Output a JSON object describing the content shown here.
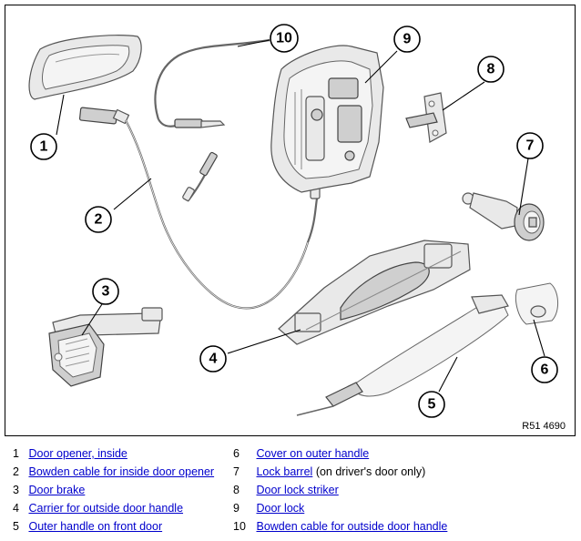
{
  "figure": {
    "reference_code": "R51 4690",
    "callouts": [
      "1",
      "2",
      "3",
      "4",
      "5",
      "6",
      "7",
      "8",
      "9",
      "10"
    ]
  },
  "legend": [
    {
      "number": "1",
      "label": "Door opener, inside",
      "note": ""
    },
    {
      "number": "2",
      "label": "Bowden cable for inside door opener",
      "note": ""
    },
    {
      "number": "3",
      "label": "Door brake",
      "note": ""
    },
    {
      "number": "4",
      "label": "Carrier for outside door handle",
      "note": ""
    },
    {
      "number": "5",
      "label": "Outer handle on front door",
      "note": ""
    },
    {
      "number": "6",
      "label": "Cover on outer handle",
      "note": ""
    },
    {
      "number": "7",
      "label": "Lock barrel",
      "note": "(on driver's door only)"
    },
    {
      "number": "8",
      "label": "Door lock striker",
      "note": ""
    },
    {
      "number": "9",
      "label": "Door lock",
      "note": ""
    },
    {
      "number": "10",
      "label": "Bowden cable for outside door handle",
      "note": ""
    }
  ],
  "colors": {
    "link": "#0000cc",
    "border": "#000000"
  }
}
